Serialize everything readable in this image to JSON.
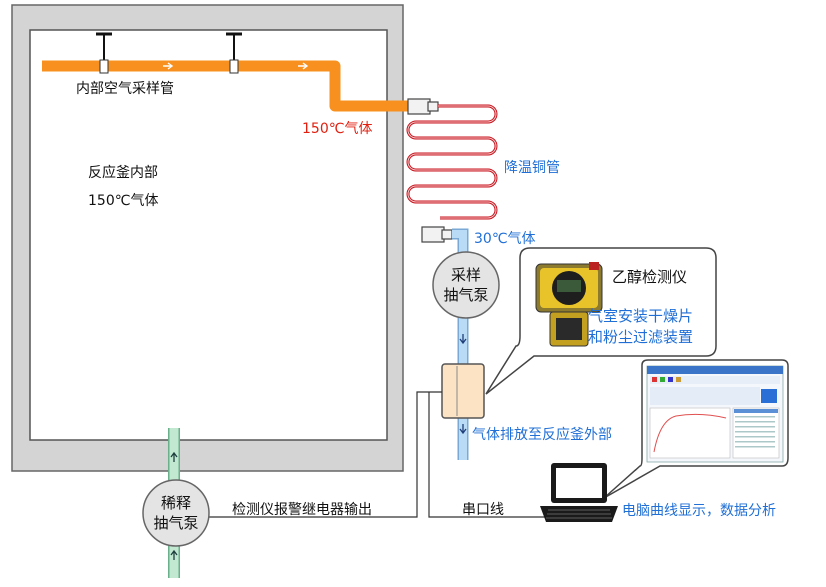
{
  "labels": {
    "sampling_pipe": "内部空气采样管",
    "reactor_inside": "反应釜内部",
    "reactor_temp": "150℃气体",
    "hot_gas": "150℃气体",
    "copper_coil": "降温铜管",
    "cool_gas": "30℃气体",
    "sampling_pump_line1": "采样",
    "sampling_pump_line2": "抽气泵",
    "dilution_pump_line1": "稀释",
    "dilution_pump_line2": "抽气泵",
    "detector_name": "乙醇检测仪",
    "chamber_note_line1": "气室安装干燥片",
    "chamber_note_line2": "和粉尘过滤装置",
    "exhaust": "气体排放至反应釜外部",
    "relay_output": "检测仪报警继电器输出",
    "serial_line": "串口线",
    "pc_display": "电脑曲线显示，数据分析"
  },
  "colors": {
    "pipe_orange": "#f7901e",
    "coil_red": "#c8141e",
    "cool_pipe_blue": "#a9d0f0",
    "dilution_pipe_green": "#b8e0c8",
    "reactor_gray": "#d6d6d6",
    "label_red": "#e02010",
    "label_blue": "#1f6fd6"
  },
  "icons": [
    "flow-arrow-icon",
    "detector-device-icon",
    "laptop-icon",
    "software-screenshot-icon"
  ]
}
